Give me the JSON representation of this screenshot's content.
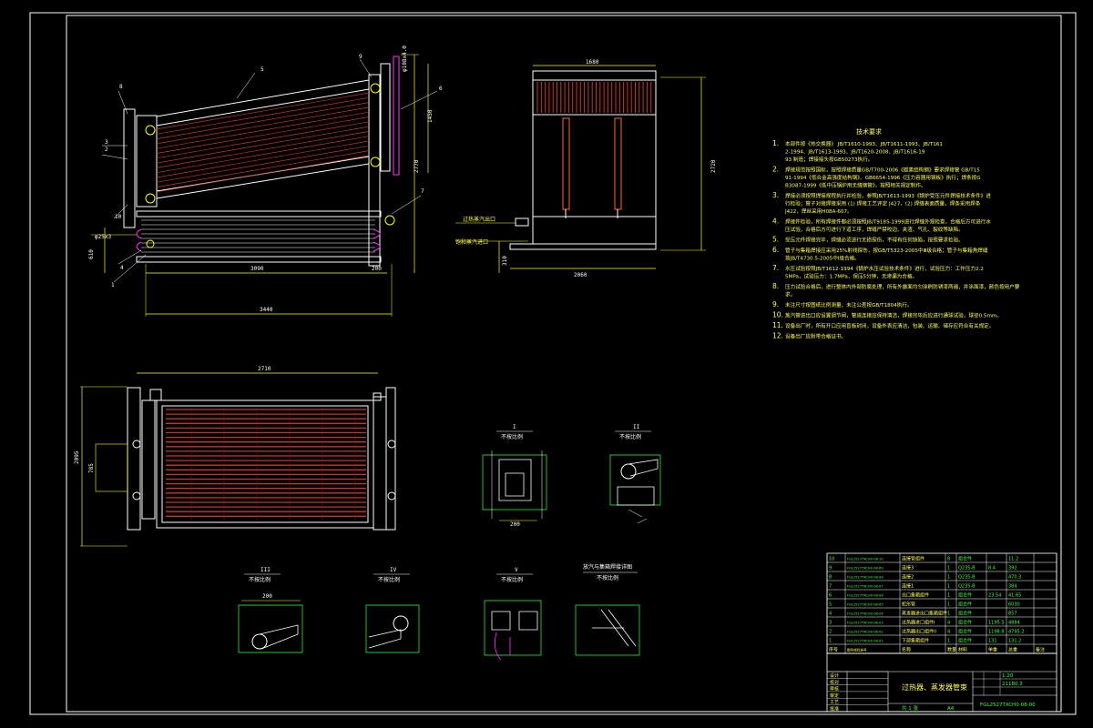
{
  "colors": {
    "background": "#000000",
    "frame": "#ffffff",
    "tube": "#c0392b",
    "dimension": "#ffff00",
    "note": "#ffff55",
    "green": "#3cff3c",
    "magenta": "#ff33ff"
  },
  "view_front": {
    "dims": {
      "total": "3440",
      "main": "3090",
      "right": "200",
      "height": "2770",
      "left_offset": "610",
      "top_w": "φ108x4.0",
      "side": "1450"
    },
    "balloons": [
      "1",
      "2",
      "3",
      "4",
      "5",
      "6",
      "7",
      "8",
      "9",
      "10"
    ],
    "labels": {
      "pipe": "φ25x3"
    }
  },
  "view_side": {
    "dims": {
      "top": "1680",
      "bottom": "2060",
      "height": "2720",
      "left_h": "310"
    },
    "labels": {
      "inlet": "过热蒸汽出口",
      "outlet": "饱和蒸汽进口"
    }
  },
  "view_top": {
    "dims": {
      "width": "2710",
      "height": "2095",
      "inner": "785"
    }
  },
  "details": [
    {
      "id": "I",
      "title": "I",
      "sub": "不按比例",
      "dim": "200"
    },
    {
      "id": "II",
      "title": "II",
      "sub": "不按比例",
      "dim": ""
    },
    {
      "id": "III",
      "title": "III",
      "sub": "不按比例",
      "dim": "200"
    },
    {
      "id": "IV",
      "title": "IV",
      "sub": "不按比例",
      "dim": ""
    },
    {
      "id": "V",
      "title": "V",
      "sub": "不按比例",
      "dim": ""
    },
    {
      "id": "VI",
      "title": "放汽与集箱焊接详图",
      "sub": "不按比例",
      "dim": ""
    }
  ],
  "notes": {
    "title": "技术要求",
    "items": [
      {
        "num": "1.",
        "text": "本部件按《热交换器》 JB/T1610-1993、JB/T1611-1993、JB/T1612-1994、JB/T1613-1993、JB/T1620-2008、JB/T1616-1993 制造；焊接接头按GB50273执行。"
      },
      {
        "num": "2.",
        "text": "焊接规范按照国标，按照焊接质量GB/T700-2006《碳素结构钢》要求焊接管 GB/T1591-1994《低合金高强度结构钢》、GB6654-1996《压力容器用钢板》执行；焊条按GB3087-1999《低中压锅炉用无缝钢管》，按照相关规定制作。"
      },
      {
        "num": "3.",
        "text": "焊接必须按照焊接规程执行并检验，参照JB/T1613-1993《锅炉受压元件焊接技术条件》进行检验；管子对接焊接采用 (1) 焊接工艺评定 J427，(2) 焊缝表面质量，焊条采用焊条J422，焊丝采用H08A-607。"
      },
      {
        "num": "4.",
        "text": "焊接件检验，所有焊接件都必须按照JB/T9185-1999进行焊缝外观检查，合格后方可进行水压试验，合格后方可进行下道工序，焊缝严禁咬边、夹渣、气孔、裂纹等缺陷。"
      },
      {
        "num": "5.",
        "text": "受压元件焊接完毕，焊缝必须进行无损探伤，不得有任何缺陷，按照要求检验。"
      },
      {
        "num": "6.",
        "text": "管子与集箱焊接应采用25%射线探伤，按GB/T5323-2005中Ⅲ级合格；管子与集箱角焊缝按JB/T4730.5-2005中Ⅰ级合格。"
      },
      {
        "num": "7.",
        "text": "水压试验按照JB/T1612-1994《锅炉水压试验技术条件》进行，试验压力：工作压力2.25MPa，试验压力：1.7MPa，保压5分钟，无渗漏为合格。"
      },
      {
        "num": "8.",
        "text": "压力试验合格后，进行整体内外部防腐处理，所有外露面均匀涂刷防锈漆两遍，并涂面漆，颜色按用户要求。"
      },
      {
        "num": "9.",
        "text": "未注尺寸按图纸比例测量，未注公差按GB/T1804执行。"
      },
      {
        "num": "10.",
        "text": "蒸汽管进出口应设置调节阀，管道连接应保持清洁，焊接完毕后应进行通球试验，球径0.5mm。"
      },
      {
        "num": "11.",
        "text": "设备出厂时，所有开口应用盲板封闭，设备外表应清洁，包装、运输、储存应符合有关规定。"
      },
      {
        "num": "12.",
        "text": "设备出厂应附带合格证书。"
      }
    ]
  },
  "bom": {
    "rows": [
      {
        "no": "10",
        "code": "FGL2527TXCH0-08-10",
        "name": "连接管组件",
        "qty": "8",
        "material": "组合件",
        "unit": "",
        "total": "11.2"
      },
      {
        "no": "9",
        "code": "FGL2527TXCH0-08-09",
        "name": "连接3",
        "qty": "1",
        "material": "Q235-B",
        "unit": "8.4",
        "total": "392"
      },
      {
        "no": "8",
        "code": "FGL2527TXCH0-08-08",
        "name": "连接2",
        "qty": "1",
        "material": "Q235-B",
        "unit": "",
        "total": "470.3"
      },
      {
        "no": "7",
        "code": "FGL2527TXCH0-08-07",
        "name": "连接1",
        "qty": "1",
        "material": "Q235-B",
        "unit": "",
        "total": "384"
      },
      {
        "no": "6",
        "code": "FGL2527TXCH0-08-06",
        "name": "出口集箱组件",
        "qty": "1",
        "material": "组合件",
        "unit": "23.54",
        "total": "41.65"
      },
      {
        "no": "5",
        "code": "FGL2527TXCH0-08-05",
        "name": "蛇形管",
        "qty": "1",
        "material": "组合件",
        "unit": "",
        "total": "6030"
      },
      {
        "no": "4",
        "code": "FGL2527TXCH0-08-04",
        "name": "蒸发器进出口集箱组件",
        "qty": "1",
        "material": "组合件",
        "unit": "",
        "total": "857"
      },
      {
        "no": "3",
        "code": "FGL2527TXCH0-08-03",
        "name": "过热器进口组件I",
        "qty": "4",
        "material": "组合件",
        "unit": "1195.5",
        "total": "4884"
      },
      {
        "no": "2",
        "code": "FGL2527TXCH0-08-02",
        "name": "过热器出口组件II",
        "qty": "4",
        "material": "组合件",
        "unit": "1198.8",
        "total": "4795.2"
      },
      {
        "no": "1",
        "code": "FGL2527TXCH0-08-01",
        "name": "下部集箱组件",
        "qty": "1",
        "material": "组合件",
        "unit": "131",
        "total": "131.2"
      }
    ],
    "header": {
      "no": "序号",
      "code": "图号或标准号",
      "name": "名称",
      "qty": "数量",
      "material": "材料",
      "unit": "单重",
      "total": "总重",
      "remark": "备注"
    }
  },
  "title_block": {
    "title": "过热器、蒸发器管束",
    "drawing_no": "FGL2527TXCH0-08-00",
    "scale": "1:20",
    "sheet": "共 1 张",
    "company": "",
    "roles": [
      "设计",
      "校对",
      "审核",
      "审定",
      "工艺",
      "批准"
    ],
    "weight": "21180.3",
    "stage": "A4"
  }
}
